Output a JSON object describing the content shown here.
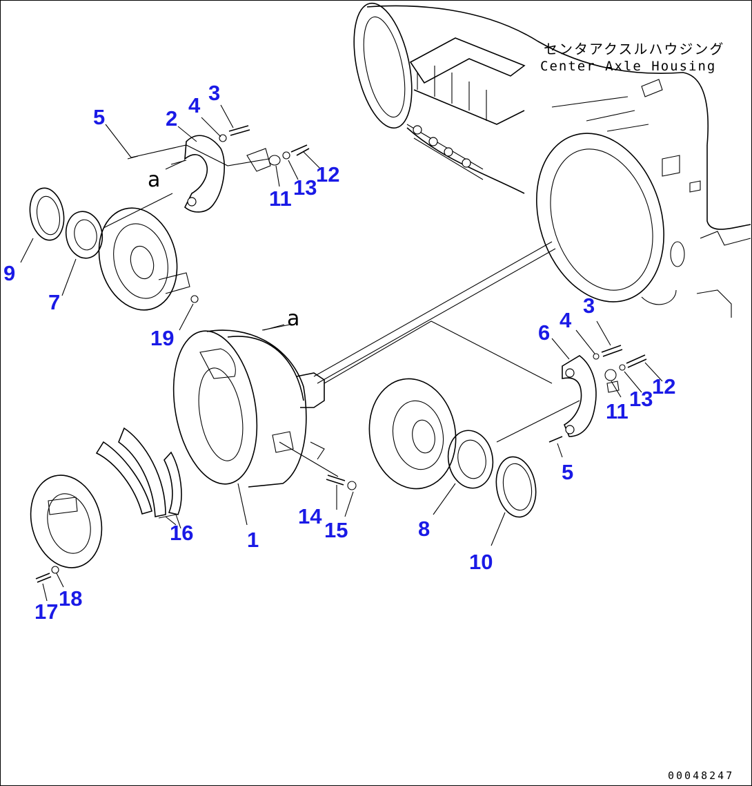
{
  "labels": {
    "housing_jp": "センタアクスルハウジング",
    "housing_en": "Center Axle Housing",
    "ref_a_1": "a",
    "ref_a_2": "a",
    "drawing_number": "00048247"
  },
  "callouts": [
    {
      "id": "1",
      "text": "1"
    },
    {
      "id": "2",
      "text": "2"
    },
    {
      "id": "3a",
      "text": "3"
    },
    {
      "id": "4a",
      "text": "4"
    },
    {
      "id": "5a",
      "text": "5"
    },
    {
      "id": "3b",
      "text": "3"
    },
    {
      "id": "4b",
      "text": "4"
    },
    {
      "id": "5b",
      "text": "5"
    },
    {
      "id": "6",
      "text": "6"
    },
    {
      "id": "7",
      "text": "7"
    },
    {
      "id": "8",
      "text": "8"
    },
    {
      "id": "9",
      "text": "9"
    },
    {
      "id": "10",
      "text": "10"
    },
    {
      "id": "11a",
      "text": "11"
    },
    {
      "id": "12a",
      "text": "12"
    },
    {
      "id": "13a",
      "text": "13"
    },
    {
      "id": "11b",
      "text": "11"
    },
    {
      "id": "12b",
      "text": "12"
    },
    {
      "id": "13b",
      "text": "13"
    },
    {
      "id": "14",
      "text": "14"
    },
    {
      "id": "15",
      "text": "15"
    },
    {
      "id": "16",
      "text": "16"
    },
    {
      "id": "17",
      "text": "17"
    },
    {
      "id": "18",
      "text": "18"
    },
    {
      "id": "19",
      "text": "19"
    }
  ],
  "colors": {
    "callout": "#1a1ae6",
    "line": "#000000",
    "background": "#ffffff"
  }
}
